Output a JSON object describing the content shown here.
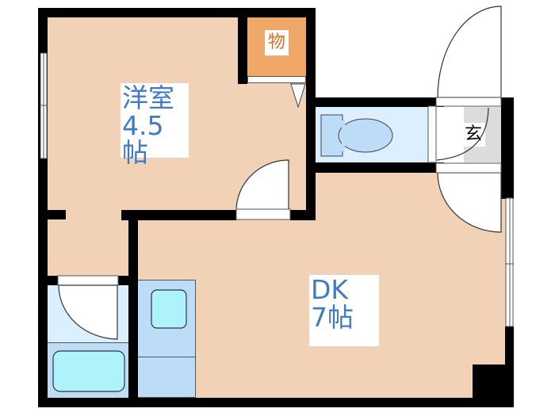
{
  "floorplan": {
    "rooms": [
      {
        "id": "western-room",
        "name": "洋室",
        "size": "4.5帖"
      },
      {
        "id": "dining-kitchen",
        "name": "DK",
        "size": "7帖"
      },
      {
        "id": "storage",
        "name": "物"
      },
      {
        "id": "entrance",
        "name": "玄"
      }
    ],
    "fixtures": [
      "toilet",
      "bathtub",
      "washbasin-area",
      "kitchen-sink",
      "doors",
      "windows"
    ],
    "colors": {
      "floor": "#f2d2b6",
      "storage": "#f0a868",
      "wet_area": "#dcefff",
      "fixture_fill": "#bcdcf8",
      "sink_fill": "#aef2fc",
      "entrance_floor": "#dcdcdc",
      "wall": "#000000",
      "label_text": "#3e7bc4",
      "storage_label_text": "#e0701e"
    }
  }
}
